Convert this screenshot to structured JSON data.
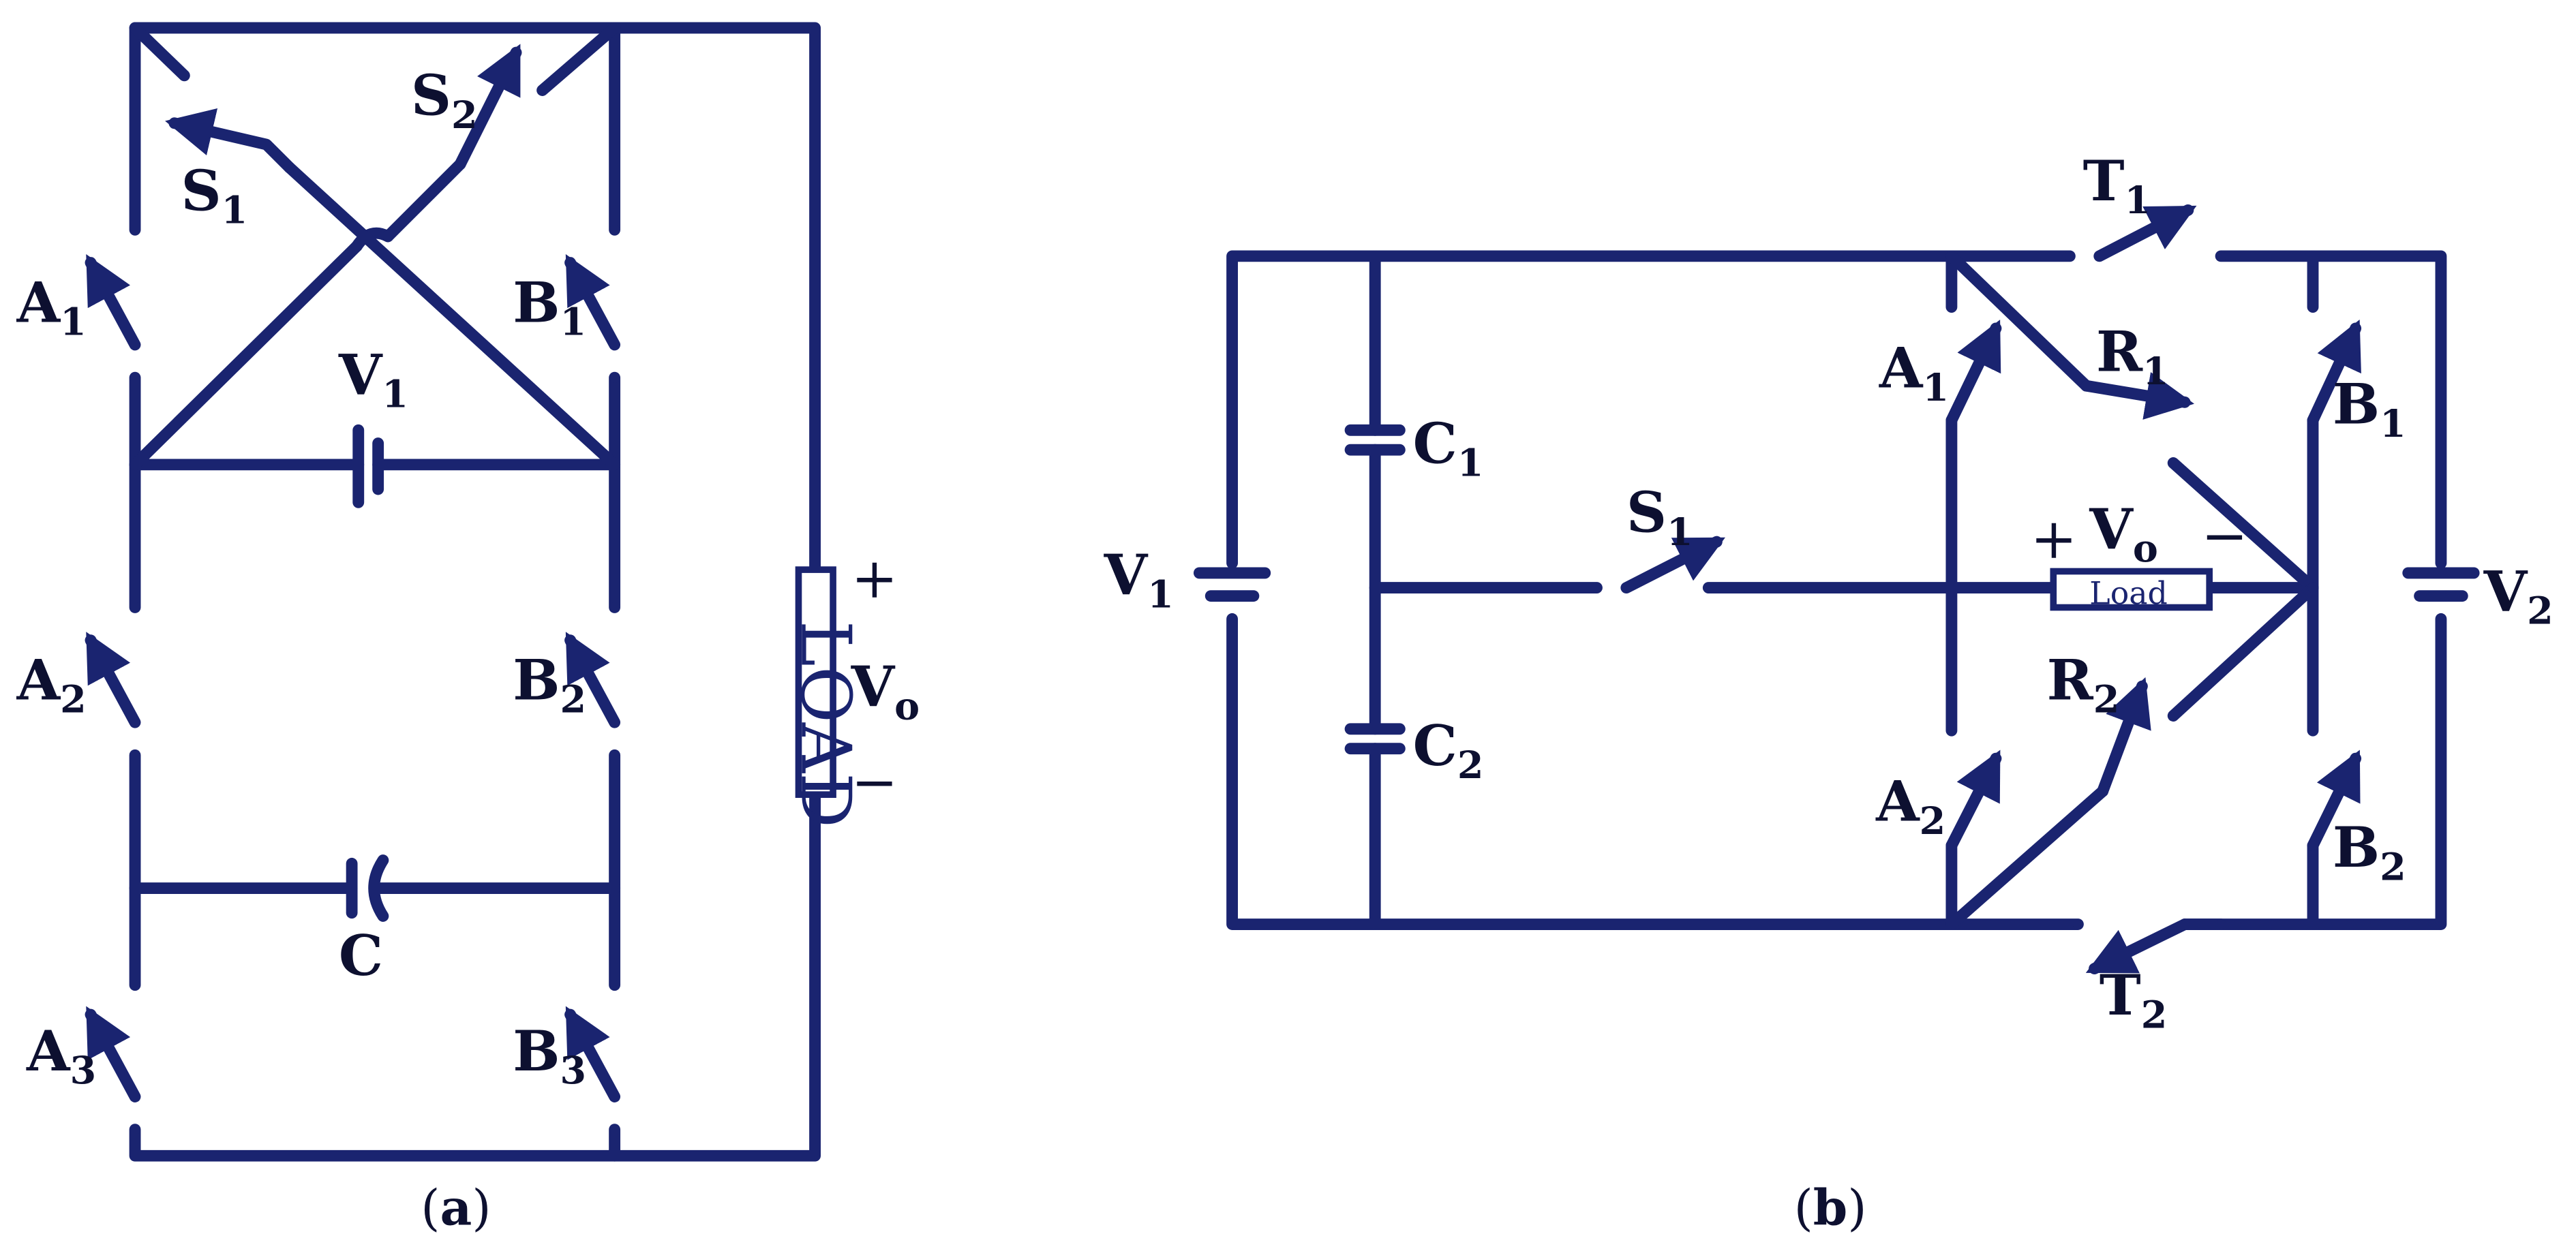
{
  "accent_color": "#1a2470",
  "panel_a": {
    "caption_open": "(",
    "caption_letter": "a",
    "caption_close": ")",
    "switches": {
      "S1": {
        "main": "S",
        "sub": "1"
      },
      "S2": {
        "main": "S",
        "sub": "2"
      },
      "A1": {
        "main": "A",
        "sub": "1"
      },
      "A2": {
        "main": "A",
        "sub": "2"
      },
      "A3": {
        "main": "A",
        "sub": "3"
      },
      "B1": {
        "main": "B",
        "sub": "1"
      },
      "B2": {
        "main": "B",
        "sub": "2"
      },
      "B3": {
        "main": "B",
        "sub": "3"
      }
    },
    "source": {
      "main": "V",
      "sub": "1"
    },
    "capacitor": "C",
    "load_text": "LOAD",
    "output": {
      "main": "V",
      "sub": "o"
    },
    "plus": "+",
    "minus": "−"
  },
  "panel_b": {
    "caption_open": "(",
    "caption_letter": "b",
    "caption_close": ")",
    "sources": {
      "V1": {
        "main": "V",
        "sub": "1"
      },
      "V2": {
        "main": "V",
        "sub": "2"
      }
    },
    "capacitors": {
      "C1": {
        "main": "C",
        "sub": "1"
      },
      "C2": {
        "main": "C",
        "sub": "2"
      }
    },
    "switches": {
      "S1": {
        "main": "S",
        "sub": "1"
      },
      "T1": {
        "main": "T",
        "sub": "1"
      },
      "T2": {
        "main": "T",
        "sub": "2"
      },
      "A1": {
        "main": "A",
        "sub": "1"
      },
      "A2": {
        "main": "A",
        "sub": "2"
      },
      "B1": {
        "main": "B",
        "sub": "1"
      },
      "B2": {
        "main": "B",
        "sub": "2"
      },
      "R1": {
        "main": "R",
        "sub": "1"
      },
      "R2": {
        "main": "R",
        "sub": "2"
      }
    },
    "load_text": "Load",
    "output": {
      "main": "V",
      "sub": "o"
    },
    "plus": "+",
    "minus": "−"
  }
}
